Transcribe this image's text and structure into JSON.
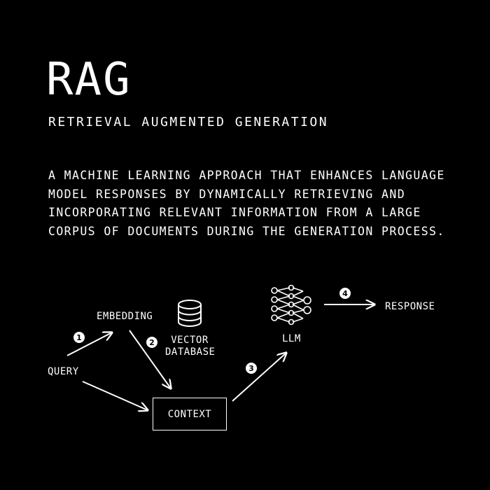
{
  "header": {
    "title": "RAG",
    "subtitle": "RETRIEVAL AUGMENTED GENERATION"
  },
  "description": {
    "lines": [
      "A MACHINE LEARNING APPROACH THAT ENHANCES LANGUAGE",
      "MODEL RESPONSES BY DYNAMICALLY RETRIEVING AND",
      "INCORPORATING RELEVANT INFORMATION FROM A LARGE",
      "CORPUS OF DOCUMENTS DURING THE GENERATION PROCESS."
    ]
  },
  "diagram": {
    "nodes": {
      "query": "QUERY",
      "embedding": "EMBEDDING",
      "vector_database_line1": "VECTOR",
      "vector_database_line2": "DATABASE",
      "context": "CONTEXT",
      "llm": "LLM",
      "response": "RESPONSE"
    },
    "steps": [
      "1",
      "2",
      "3",
      "4"
    ],
    "icons": {
      "database": "database-icon",
      "llm": "neural-network-icon"
    },
    "colors": {
      "background": "#000000",
      "foreground": "#ffffff"
    }
  }
}
